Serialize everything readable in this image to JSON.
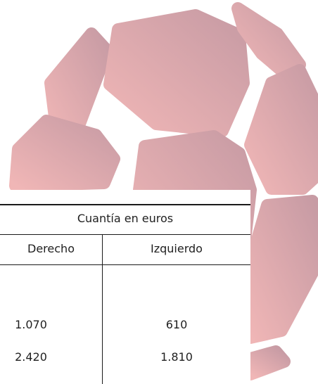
{
  "table": {
    "group_header": "Cuantía en euros",
    "columns": [
      "Derecho",
      "Izquierdo"
    ],
    "rows": [
      [
        "1.070",
        "610"
      ],
      [
        "2.420",
        "1.810"
      ]
    ]
  },
  "colors": {
    "ball_gradient_start": "#f0b6b6",
    "ball_gradient_end": "#c79ba4",
    "text": "#1f1f1f",
    "rule": "#1a1a1a"
  }
}
